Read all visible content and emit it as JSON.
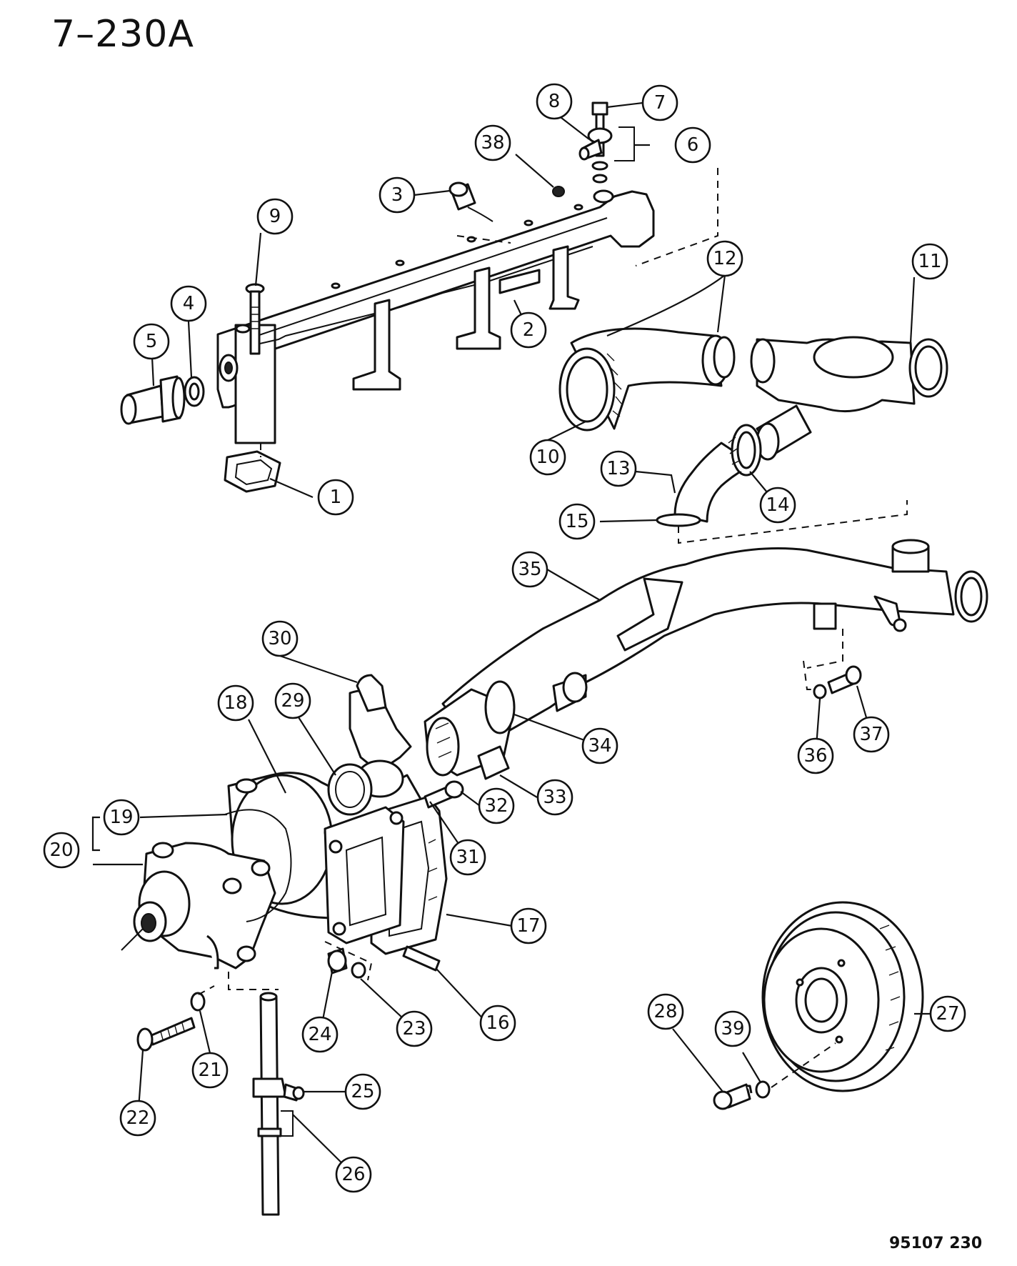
{
  "page_title": "7–230A",
  "footer_code": "95107  230",
  "callouts": [
    "1",
    "2",
    "3",
    "4",
    "5",
    "6",
    "7",
    "8",
    "9",
    "10",
    "11",
    "12",
    "13",
    "14",
    "15",
    "16",
    "17",
    "18",
    "19",
    "20",
    "21",
    "22",
    "23",
    "24",
    "25",
    "26",
    "27",
    "28",
    "29",
    "30",
    "31",
    "32",
    "33",
    "34",
    "35",
    "36",
    "37",
    "38",
    "39"
  ]
}
